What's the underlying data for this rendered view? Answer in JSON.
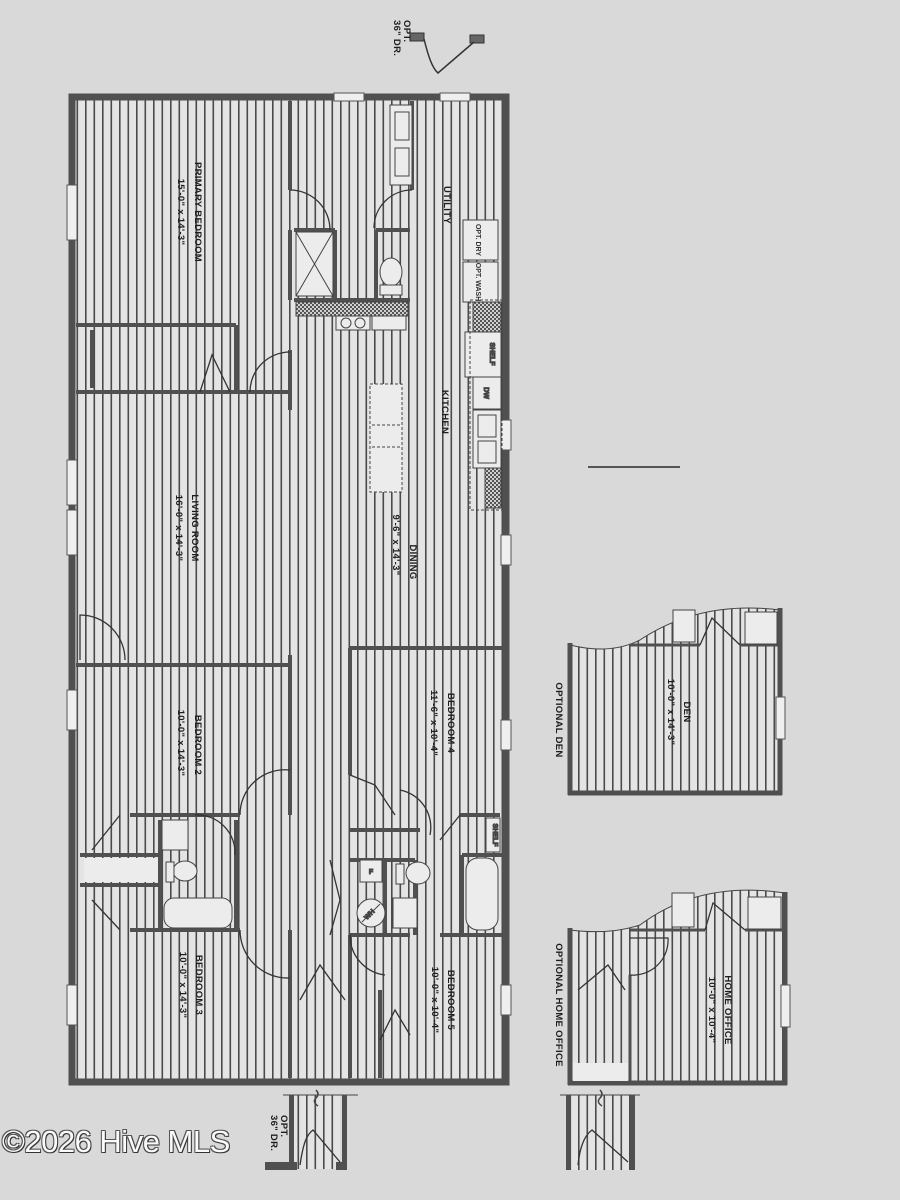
{
  "colors": {
    "paper": "#d9d9d9",
    "floor": "#e4e4e4",
    "hatch": "#4a4a4a",
    "wall": "#505050",
    "label": "#1e1e1e",
    "window": "#efefef"
  },
  "plan": {
    "orientation": "rotated 90deg clockwise (labels read bottom-to-top)",
    "main_house": {
      "rooms": [
        {
          "id": "primary_bedroom",
          "name": "PRIMARY BEDROOM",
          "size": "15'-0\" x 14'-3\""
        },
        {
          "id": "utility",
          "name": "UTILITY",
          "size": ""
        },
        {
          "id": "kitchen",
          "name": "KITCHEN",
          "size": ""
        },
        {
          "id": "living_room",
          "name": "LIVING ROOM",
          "size": "16'-0\" x 14'-3\""
        },
        {
          "id": "dining",
          "name": "DINING",
          "size": "9'-6\" x 14'-3\""
        },
        {
          "id": "bedroom_2",
          "name": "BEDROOM 2",
          "size": "10'-0\" x 14'-3\""
        },
        {
          "id": "bedroom_4",
          "name": "BEDROOM 4",
          "size": "11'-6\" x 10'-4\""
        },
        {
          "id": "bedroom_3",
          "name": "BEDROOM 3",
          "size": "10'-0\" x 14'-3\""
        },
        {
          "id": "bedroom_5",
          "name": "BEDROOM 5",
          "size": "10'-0\" x 10'-4\""
        }
      ],
      "fixtures": {
        "dryer": "OPT. DRY",
        "washer": "OPT. WASH",
        "shelf_kitchen": "SHELF",
        "dishwasher": "DW",
        "shelf_hall": "SHELF",
        "furnace": "F",
        "water_heater": "WH"
      }
    },
    "optional_rooms": [
      {
        "id": "optional_den",
        "caption": "OPTIONAL DEN",
        "name": "DEN",
        "size": "10'-0\" x 14'-3\""
      },
      {
        "id": "optional_home_office",
        "caption": "OPTIONAL HOME OFFICE",
        "name": "HOME OFFICE",
        "size": "10'-0\" x 10'-4\""
      }
    ],
    "optional_doors": [
      {
        "id": "top_door",
        "label_line1": "OPT.",
        "label_line2": "36\" DR."
      },
      {
        "id": "bottom_door",
        "label_line1": "OPT.",
        "label_line2": "36\" DR."
      }
    ]
  },
  "watermark": "©2026 Hive MLS"
}
